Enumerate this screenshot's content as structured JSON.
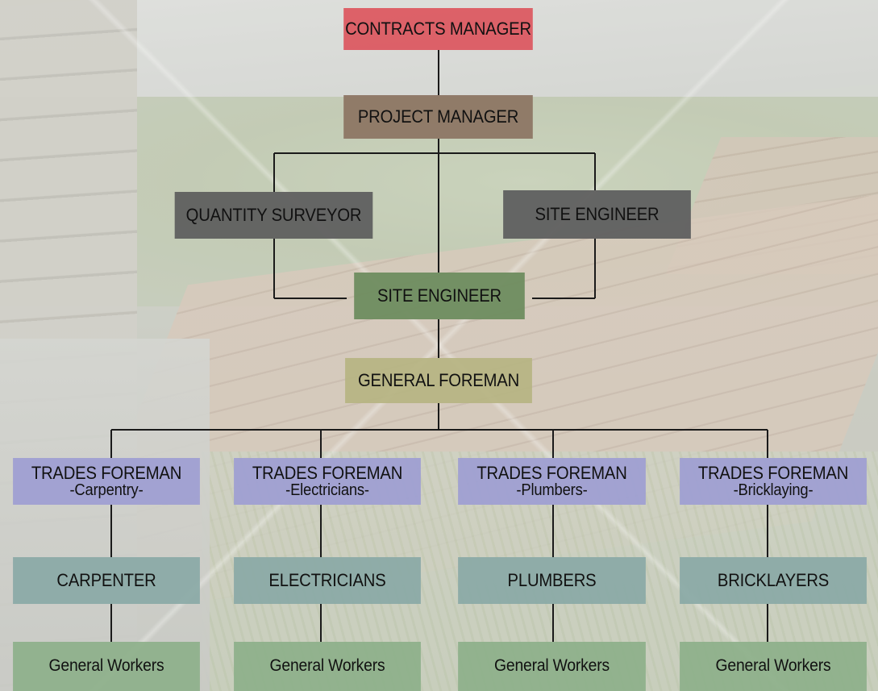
{
  "colors": {
    "contracts_manager": "#dc5a62",
    "project_manager": "#8d7664",
    "quantity_surveyor": "#5f5f5f",
    "site_engineer_top": "#5f5f5f",
    "site_engineer_mid": "#6e8c5f",
    "general_foreman": "#b6b482",
    "trades_foreman": "#9f9fd2",
    "trade": "#8aa9a6",
    "general_workers": "#8db08a"
  },
  "chart": {
    "contracts_manager": "CONTRACTS MANAGER",
    "project_manager": "PROJECT MANAGER",
    "quantity_surveyor": "QUANTITY SURVEYOR",
    "site_engineer_right": "SITE ENGINEER",
    "site_engineer_center": "SITE ENGINEER",
    "general_foreman": "GENERAL FOREMAN",
    "trades": [
      {
        "foreman_title": "TRADES FOREMAN",
        "foreman_trade": "-Carpentry-",
        "worker": "CARPENTER",
        "general": "General Workers"
      },
      {
        "foreman_title": "TRADES FOREMAN",
        "foreman_trade": "-Electricians-",
        "worker": "ELECTRICIANS",
        "general": "General Workers"
      },
      {
        "foreman_title": "TRADES FOREMAN",
        "foreman_trade": "-Plumbers-",
        "worker": "PLUMBERS",
        "general": "General Workers"
      },
      {
        "foreman_title": "TRADES FOREMAN",
        "foreman_trade": "-Bricklaying-",
        "worker": "BRICKLAYERS",
        "general": "General Workers"
      }
    ]
  }
}
